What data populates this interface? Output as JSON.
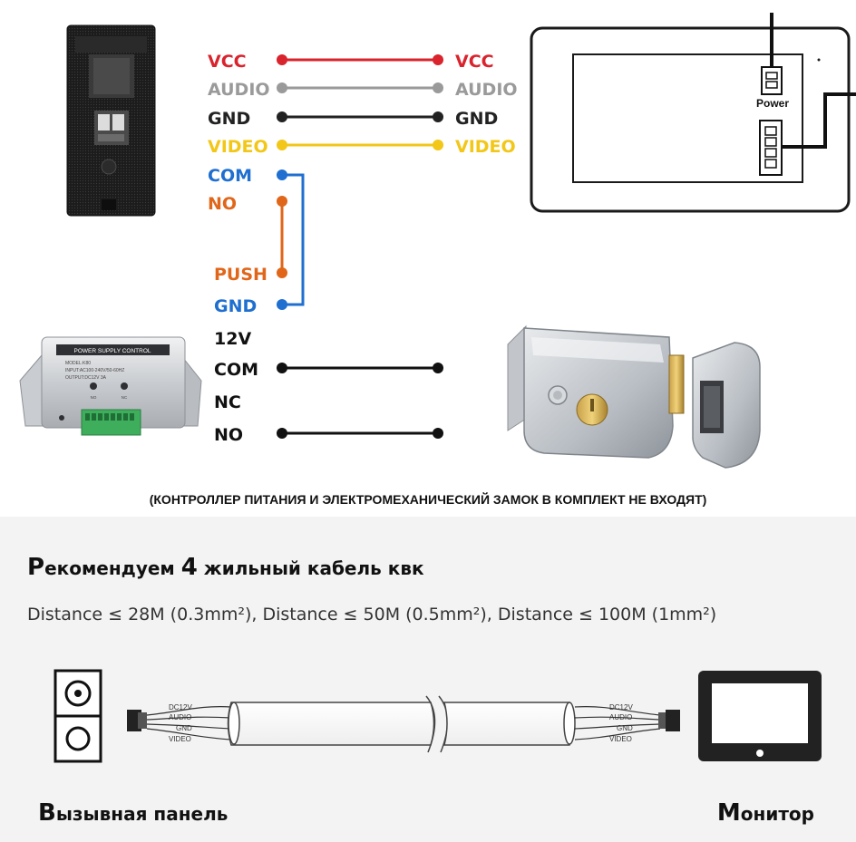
{
  "wiring": {
    "left_labels": [
      "VCC",
      "AUDIO",
      "GND",
      "VIDEO",
      "COM",
      "NO",
      "PUSH",
      "GND",
      "12V",
      "COM",
      "NC",
      "NO"
    ],
    "right_labels": [
      "VCC",
      "AUDIO",
      "GND",
      "VIDEO"
    ],
    "colors": {
      "vcc": "#d9232d",
      "audio": "#9a9a9a",
      "gnd": "#222222",
      "video": "#f2c718",
      "com": "#1e6fd0",
      "no": "#e0661a",
      "push": "#e0661a",
      "lock_text": "#111111"
    }
  },
  "monitor_panel": {
    "power_label": "Power"
  },
  "power_supply": {
    "title": "POWER SUPPLY CONTROL",
    "line1": "MODEL:K80",
    "line2": "INPUT:AC100-240V/50-60HZ",
    "line3": "OUTPUT:DC12V 3A",
    "button1": "NO",
    "button2": "NC"
  },
  "note": "(КОНТРОЛЛЕР ПИТАНИЯ И ЭЛЕКТРОМЕХАНИЧЕСКИЙ ЗАМОК В КОМПЛЕКТ НЕ ВХОДЯТ)",
  "recommend": {
    "first_letter": "Р",
    "prefix": "екомендуем ",
    "number": "4",
    "suffix": " жильный кабель квк"
  },
  "distance": {
    "text": "Distance ≤ 28M (0.3mm²),  Distance ≤ 50M (0.5mm²), Distance ≤ 100M (1mm²)"
  },
  "cable": {
    "wire_labels": [
      "DC12V",
      "AUDIO",
      "GND",
      "VIDEO"
    ]
  },
  "captions": {
    "panel_first": "В",
    "panel_rest": "ызывная панель",
    "monitor_first": "М",
    "monitor_rest": "онитор"
  }
}
